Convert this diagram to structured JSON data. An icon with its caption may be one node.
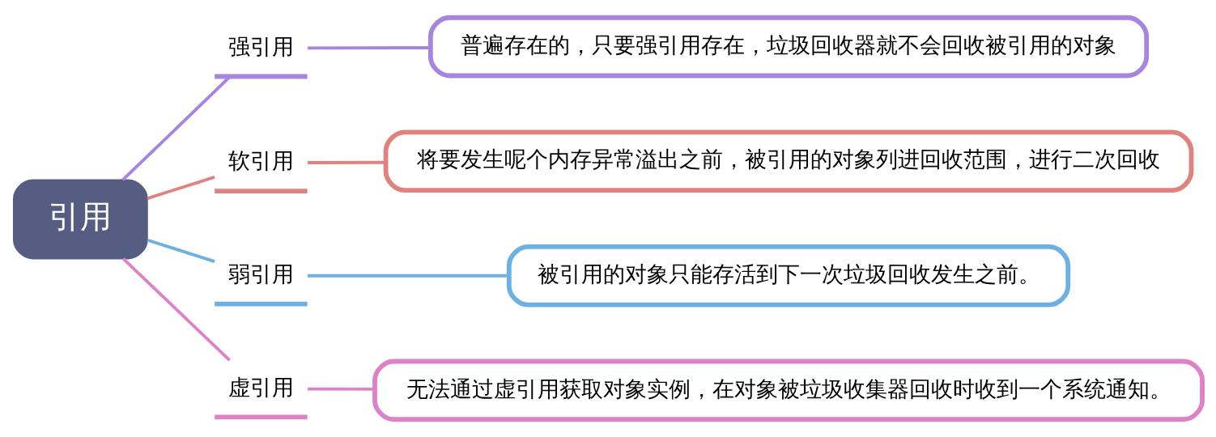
{
  "diagram": {
    "nodes": [
      {
        "text": [
          "引用"
        ]
      },
      {
        "text": [
          "强引用"
        ]
      },
      {
        "text": [
          "普遍存在的，只要强引用存在，垃圾回收器就不会回收被引用的对象"
        ]
      },
      {
        "text": [
          "软引用"
        ]
      },
      {
        "text": [
          "将要发生呢个内存异常溢出之前，被引用的对象列进回收范围，进行二次回收"
        ]
      },
      {
        "text": [
          "弱引用"
        ]
      },
      {
        "text": [
          "被引用的对象只能存活到下一次垃圾回收发生之前。"
        ]
      },
      {
        "text": [
          "虚引用"
        ]
      },
      {
        "text": [
          "无法通过虚引用获取对象实例，在对象被垃圾收集器回收时收到一个系统通知。"
        ]
      }
    ],
    "edges": [
      {
        "from": 0,
        "to": 1,
        "arrow": "none",
        "color": "#a784e0"
      },
      {
        "from": 1,
        "to": 2,
        "arrow": "none",
        "color": "#a784e0"
      },
      {
        "from": 0,
        "to": 3,
        "arrow": "none",
        "color": "#e0837f"
      },
      {
        "from": 3,
        "to": 4,
        "arrow": "none",
        "color": "#e0837f"
      },
      {
        "from": 0,
        "to": 5,
        "arrow": "none",
        "color": "#6cb0e4"
      },
      {
        "from": 5,
        "to": 6,
        "arrow": "none",
        "color": "#6cb0e4"
      },
      {
        "from": 0,
        "to": 7,
        "arrow": "none",
        "color": "#de82c8"
      },
      {
        "from": 7,
        "to": 8,
        "arrow": "none",
        "color": "#de82c8"
      }
    ]
  }
}
